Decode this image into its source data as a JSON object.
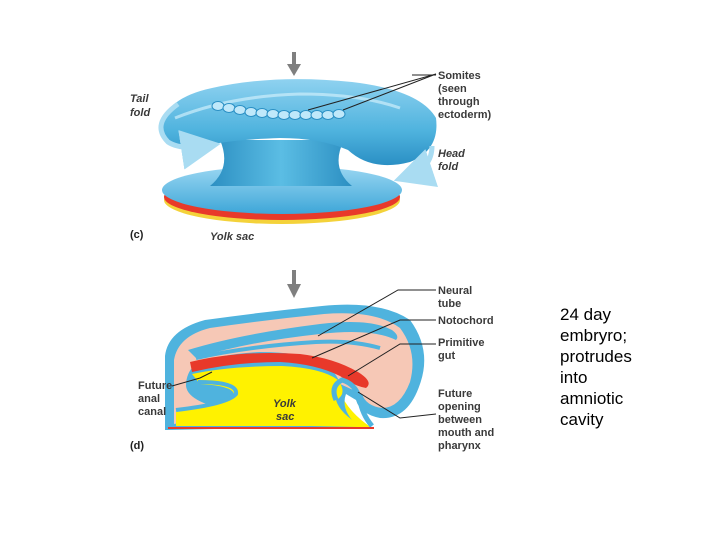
{
  "figure_c": {
    "panel_label": "(c)",
    "labels": {
      "tail_fold": [
        "Tail",
        "fold"
      ],
      "somites": [
        "Somites",
        "(seen",
        "through",
        "ectoderm)"
      ],
      "head_fold": [
        "Head",
        "fold"
      ],
      "yolk_sac": "Yolk sac"
    }
  },
  "figure_d": {
    "panel_label": "(d)",
    "labels": {
      "neural_tube": [
        "Neural",
        "tube"
      ],
      "notochord": [
        "Notochord"
      ],
      "primitive_gut": [
        "Primitive",
        "gut"
      ],
      "future_anal_canal": [
        "Future",
        "anal",
        "canal"
      ],
      "yolk_sac": [
        "Yolk",
        "sac"
      ],
      "future_opening": [
        "Future",
        "opening",
        "between",
        "mouth and",
        "pharynx"
      ]
    }
  },
  "caption_lines": [
    "24 day",
    "embryro;",
    "protrudes",
    "into",
    "amniotic",
    "cavity"
  ],
  "colors": {
    "ectoderm_blue": "#4fb3de",
    "light_blue": "#a9dcf2",
    "yolk_yellow": "#fff200",
    "mesoderm_pink": "#f6c8b6",
    "gut_red": "#e8392a",
    "arrow_gray": "#7f7f7f"
  }
}
